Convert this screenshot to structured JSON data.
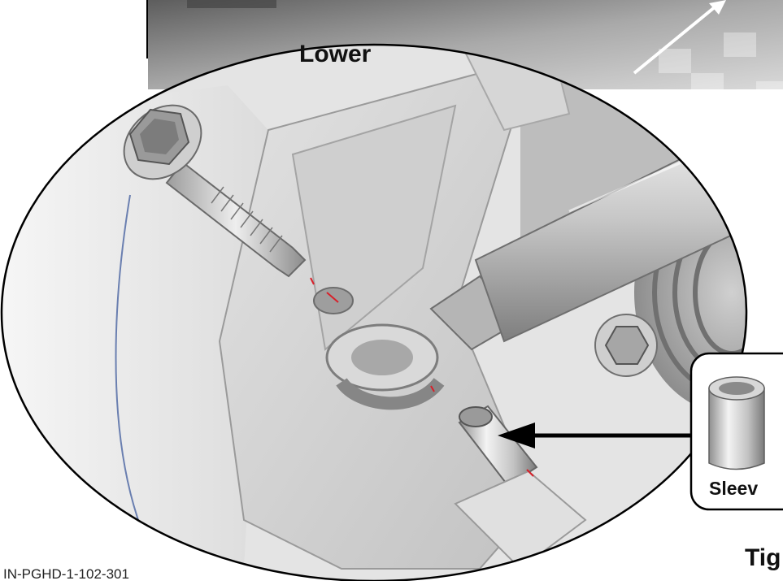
{
  "labels": {
    "lower": "Lower",
    "sleeve": "Sleev",
    "tighten": "Tig",
    "part_code": "IN-PGHD-1-102-301"
  },
  "colors": {
    "background": "#ffffff",
    "outline": "#000000",
    "callout_arrow": "#000000",
    "pointer_arrow": "#ffffff",
    "alignment_mark": "#d8202a",
    "photo_floor_dark": "#6e6e6e",
    "photo_floor_light": "#c9c9c9",
    "metal_light": "#e8e8e8",
    "metal_mid": "#bdbdbd",
    "metal_dark": "#8a8a8a",
    "bracket": "#d4d4d4"
  },
  "icons": {
    "bolt": "flange-bolt-icon",
    "tie_rod": "tie-rod-icon",
    "sleeve": "sleeve-icon",
    "nut": "hex-nut-icon"
  }
}
